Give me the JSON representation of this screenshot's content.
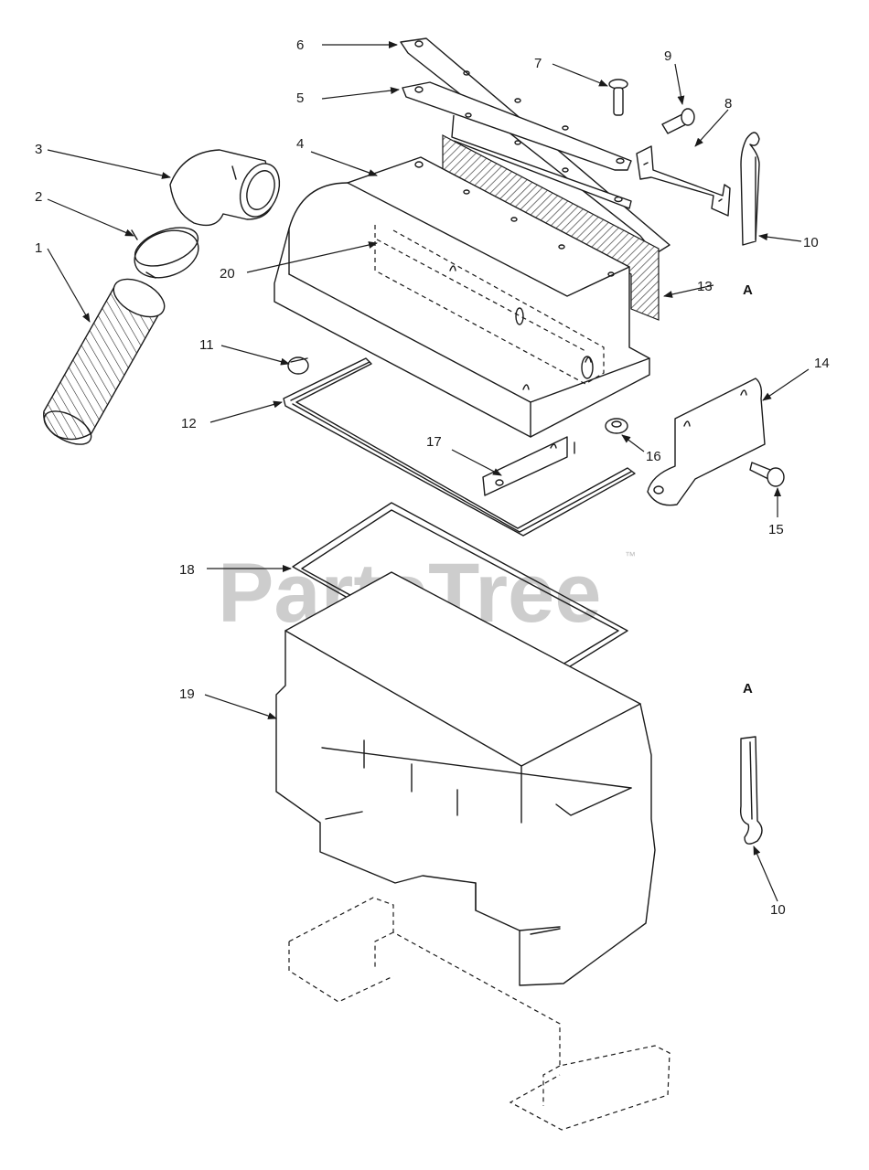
{
  "watermark": {
    "text": "PartsTree",
    "mark": "™"
  },
  "view_labels": [
    "A",
    "A"
  ],
  "callouts": {
    "c1": "1",
    "c2": "2",
    "c3": "3",
    "c4": "4",
    "c5": "5",
    "c6": "6",
    "c7": "7",
    "c8": "8",
    "c9": "9",
    "c10a": "10",
    "c10b": "10",
    "c11": "11",
    "c12": "12",
    "c13": "13",
    "c14": "14",
    "c15": "15",
    "c16": "16",
    "c17": "17",
    "c18": "18",
    "c19": "19",
    "c20": "20"
  }
}
